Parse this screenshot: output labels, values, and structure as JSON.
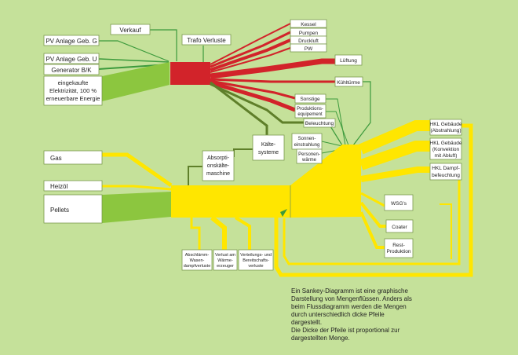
{
  "colors": {
    "background": "#c5e19a",
    "box_fill": "#ffffff",
    "box_stroke": "#7a9a4e",
    "electricity_green": "#8cc63f",
    "heat_yellow": "#ffe600",
    "loss_red": "#d2232a",
    "cooling_darkgreen": "#5f7f2a",
    "thin_line": "#3c9a3c"
  },
  "sources": {
    "verkauf": "Verkauf",
    "pv_anlage_g": "PV Anlage Geb. G",
    "pv_anlage_u": "PV Anlage Geb. U",
    "generator": "Generator B/K",
    "eingekaufte": [
      "eingekaufte",
      "Elektrizität, 100 %",
      "erneuerbare Energie"
    ],
    "gas": "Gas",
    "heizoel": "Heizöl",
    "pellets": "Pellets"
  },
  "middle": {
    "trafo": "Trafo Verluste",
    "absorption": [
      "Absorpti-",
      "onskälte-",
      "maschine"
    ],
    "kaelte": [
      "Kälte-",
      "systeme"
    ],
    "sonnen": [
      "Sonnen-",
      "einstrahlung"
    ],
    "personen": [
      "Personen-",
      "wärme"
    ]
  },
  "electric_consumers": {
    "kessel": "Kessel",
    "pumpen": "Pumpen",
    "druckluft": "Druckluft",
    "pw": "PW",
    "lueftung": "Lüftung",
    "kuehltuerme": "Kühltürme",
    "sonstige": "Sonstige",
    "produktion": [
      "Produktions-",
      "equipement"
    ],
    "beleuchtung": "Beleuchtung"
  },
  "heat_consumers": {
    "hkl_abstrahlung": [
      "HKL Gebäude",
      "(Abstrahlung)"
    ],
    "hkl_konvektion": [
      "HKL Gebäude",
      "(Konvektion",
      "mit Abluft)"
    ],
    "hkl_dampf": [
      "HKL Dampf-",
      "befeuchtung"
    ],
    "wsg": "WSG's",
    "coater": "Coater",
    "rest": [
      "Rest-",
      "Produktion"
    ]
  },
  "losses": {
    "abschlaemm": [
      "Abschlämm-",
      "Wasen-",
      "dampfverluste"
    ],
    "verlust_waerme": [
      "Verlust am",
      "Wärme-",
      "erzeuger"
    ],
    "verteilungs": [
      "Verteilungs- und",
      "Bereitschafts-",
      "verluste"
    ]
  },
  "description": [
    "Ein Sankey-Diagramm ist eine graphische",
    "Darstellung von Mengenflüssen. Anders als",
    "beim Flussdiagramm werden die Mengen",
    "durch unterschiedlich dicke Pfeile dargestellt.",
    "Die Dicke der Pfeile ist proportional zur",
    "dargestellten Menge."
  ]
}
